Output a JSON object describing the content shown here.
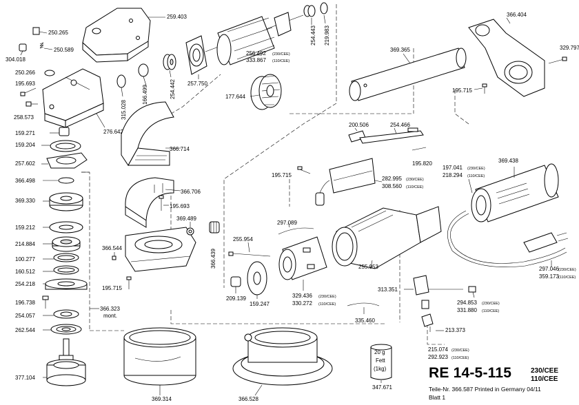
{
  "title": {
    "model": "RE 14-5-115",
    "variant_a": "230/CEE",
    "variant_b": "110/CEE",
    "print_note": "Teile-Nr. 366.587 Printed in Germany 04/11",
    "sheet": "Blatt 1"
  },
  "grease": {
    "amount": "20 g",
    "name": "Fett",
    "weight": "(1kg)"
  },
  "parts": {
    "p259403": "259.403",
    "p250265": "250.265",
    "p250589": "250.589",
    "p304018": "304.018",
    "p250266": "250.266",
    "p195693": "195.693",
    "p258573": "258.573",
    "p276642": "276.642",
    "p159271": "159.271",
    "p159204": "159.204",
    "p257602": "257.602",
    "p366498": "366.498",
    "p369330": "369.330",
    "p159212": "159.212",
    "p214884": "214.884",
    "p100277": "100.277",
    "p160512": "160.512",
    "p254218": "254.218",
    "p196738": "196.738",
    "p254057": "254.057",
    "p262544": "262.544",
    "p377104": "377.104",
    "p366323": "366.323",
    "p366323b": "mont.",
    "p369314": "369.314",
    "p366528": "366.528",
    "p315028": "315.028",
    "p166499": "166.499",
    "p254442": "254.442",
    "p257750": "257.750",
    "p256492": "256.492",
    "p256492v": "(230/CEE)",
    "p333867": "333.867",
    "p333867v": "(110/CEE)",
    "p254443": "254.443",
    "p219983": "219.983",
    "p177644": "177.644",
    "p366714": "366.714",
    "p366706": "366.706",
    "p195693b": "195.693",
    "p369489": "369.489",
    "p366439": "366.439",
    "p366544": "366.544",
    "p195715a": "195.715",
    "p369365": "369.365",
    "p366404": "366.404",
    "p329797": "329.797",
    "p195715b": "195.715",
    "p200506": "200.506",
    "p254466": "254.466",
    "p195820": "195.820",
    "p195715c": "195.715",
    "p282995": "282.995",
    "p282995v": "(230/CEE)",
    "p308560": "308.560",
    "p308560v": "(110/CEE)",
    "p197041": "197.041",
    "p197041v": "(230/CEE)",
    "p218294": "218.294",
    "p218294v": "(110/CEE)",
    "p369438": "369.438",
    "p297089": "297.089",
    "p255954": "255.954",
    "p255953": "255.953",
    "p209139": "209.139",
    "p159247": "159.247",
    "p329436": "329.436",
    "p329436v": "(230/CEE)",
    "p330272": "330.272",
    "p330272v": "(110/CEE)",
    "p313351": "313.351",
    "p294853": "294.853",
    "p294853v": "(230/CEE)",
    "p331880": "331.880",
    "p331880v": "(110/CEE)",
    "p297046": "297.046",
    "p297046v": "(230/CEE)",
    "p359173": "359.173",
    "p359173v": "(110/CEE)",
    "p335460": "335.460",
    "p213373": "213.373",
    "p215074": "215.074",
    "p215074v": "(230/CEE)",
    "p292923": "292.923",
    "p292923v": "(110/CEE)",
    "p347671": "347.671"
  }
}
